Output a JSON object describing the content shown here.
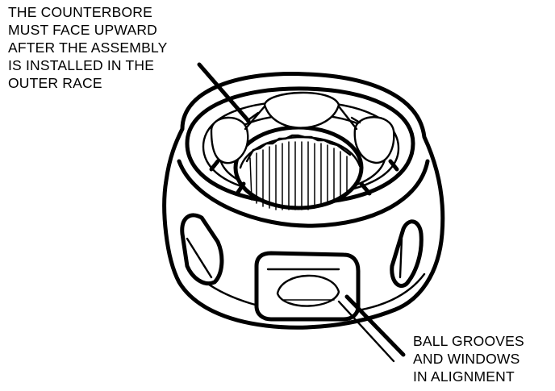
{
  "callouts": {
    "counterbore": {
      "lines": [
        "THE COUNTERBORE",
        "MUST FACE UPWARD",
        "AFTER THE ASSEMBLY",
        "IS INSTALLED IN THE",
        "OUTER RACE"
      ]
    },
    "ball_grooves": {
      "lines": [
        "BALL GROOVES",
        "AND WINDOWS",
        "IN ALIGNMENT"
      ]
    }
  },
  "colors": {
    "ink": "#000000",
    "paper": "#ffffff"
  }
}
